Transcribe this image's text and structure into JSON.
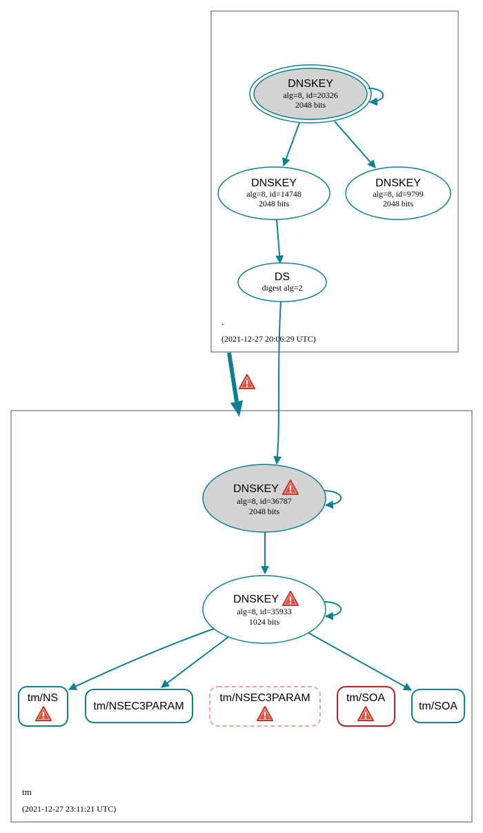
{
  "colors": {
    "edge": "#0a8090",
    "node_stroke": "#0a8090",
    "ksk_fill": "#d3d3d3",
    "error_stroke": "#be1e1e",
    "warning_dashed": "#f0a0a0",
    "warning_icon": "#c0392b",
    "zone_border": "#555555"
  },
  "zones": {
    "root": {
      "label": ".",
      "timestamp": "(2021-12-27 20:06:29 UTC)"
    },
    "tm": {
      "label": "tm",
      "timestamp": "(2021-12-27 23:11:21 UTC)"
    }
  },
  "nodes": {
    "root_ksk": {
      "title": "DNSKEY",
      "line1": "alg=8, id=20326",
      "line2": "2048 bits"
    },
    "root_zsk1": {
      "title": "DNSKEY",
      "line1": "alg=8, id=14748",
      "line2": "2048 bits"
    },
    "root_zsk2": {
      "title": "DNSKEY",
      "line1": "alg=8, id=9799",
      "line2": "2048 bits"
    },
    "ds": {
      "title": "DS",
      "line1": "digest alg=2"
    },
    "tm_ksk": {
      "title": "DNSKEY",
      "line1": "alg=8, id=36787",
      "line2": "2048 bits",
      "icon": "warning-icon"
    },
    "tm_zsk": {
      "title": "DNSKEY",
      "line1": "alg=8, id=35933",
      "line2": "1024 bits",
      "icon": "warning-icon"
    }
  },
  "rrsets": {
    "ns": {
      "label": "tm/NS",
      "icon": "warning-icon"
    },
    "nsec3param": {
      "label": "tm/NSEC3PARAM"
    },
    "nsec3param_dashed": {
      "label": "tm/NSEC3PARAM",
      "icon": "warning-icon"
    },
    "soa_error": {
      "label": "tm/SOA",
      "icon": "warning-icon"
    },
    "soa": {
      "label": "tm/SOA"
    }
  },
  "delegation": {
    "icon": "warning-icon"
  }
}
